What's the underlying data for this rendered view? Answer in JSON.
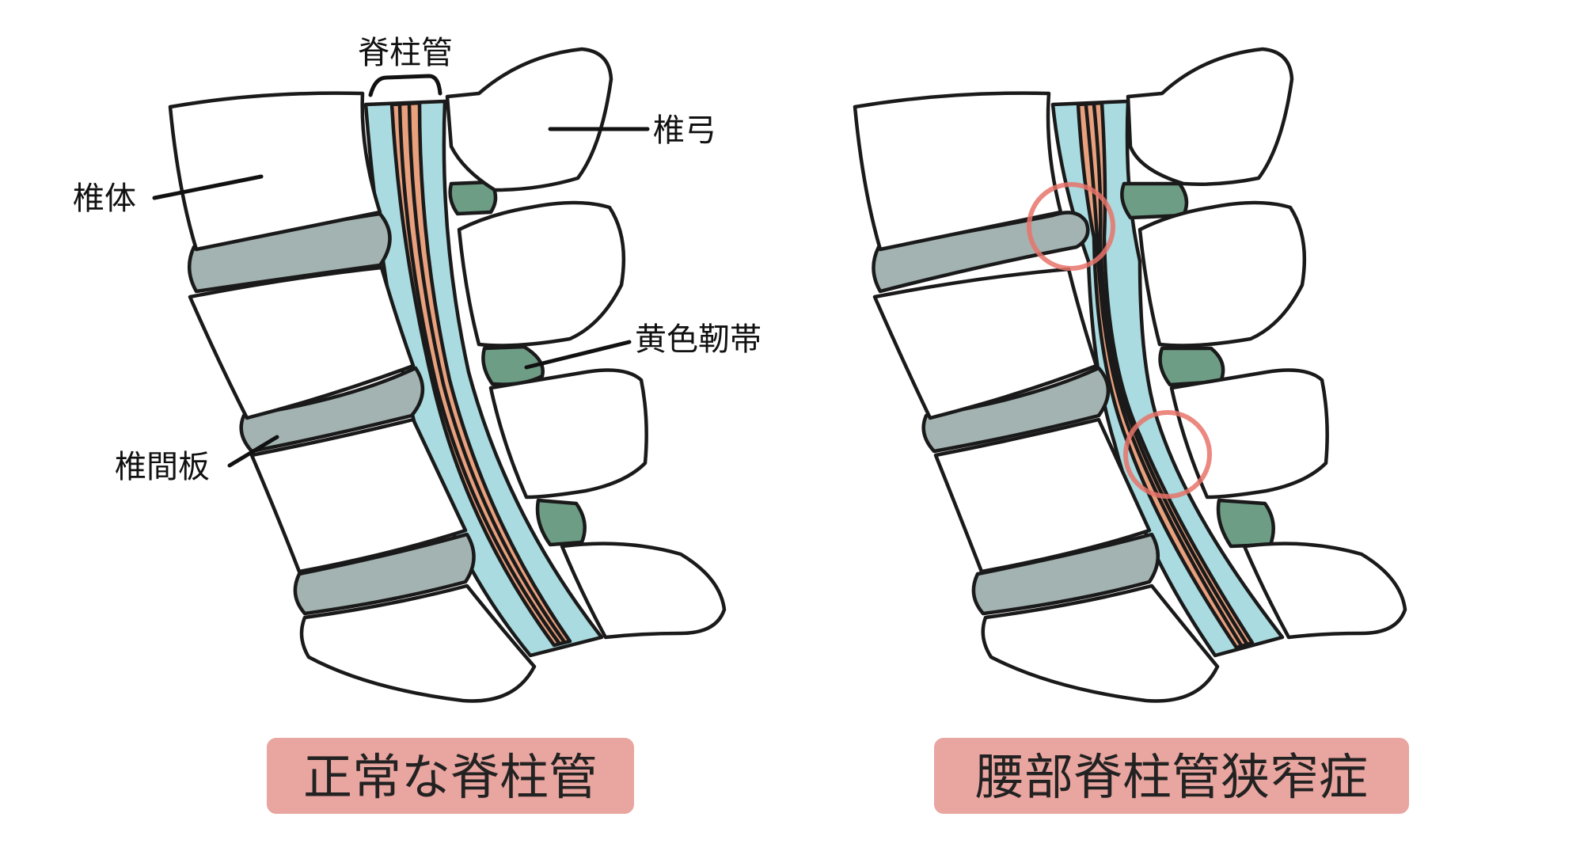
{
  "labels": {
    "spinal_canal": "脊柱管",
    "vertebral_arch": "椎弓",
    "vertebral_body": "椎体",
    "ligamentum_flavum": "黄色靭帯",
    "intervertebral_disc": "椎間板"
  },
  "captions": {
    "normal": "正常な脊柱管",
    "stenosis": "腰部脊柱管狭窄症"
  },
  "colors": {
    "canal": "#a9dbe0",
    "nerve": "#e9a07d",
    "disc": "#a3b3b2",
    "ligament": "#6e9d86",
    "highlight": "#e8736a",
    "caption_bg": "#e9a59f",
    "bone": "#ffffff",
    "outline": "#1a1a1a"
  }
}
